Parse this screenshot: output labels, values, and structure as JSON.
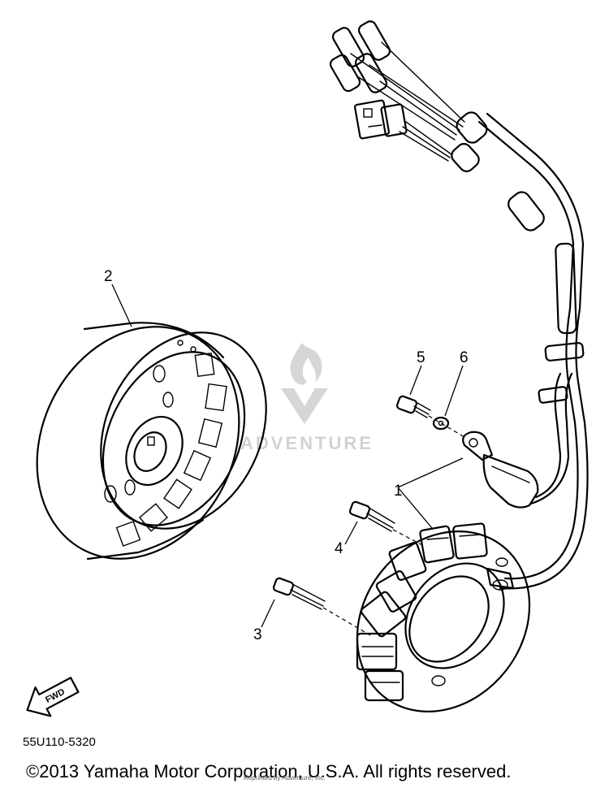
{
  "diagram": {
    "callouts": [
      {
        "id": "1",
        "part": "stator-assembly"
      },
      {
        "id": "2",
        "part": "rotor-flywheel"
      },
      {
        "id": "3",
        "part": "bolt"
      },
      {
        "id": "4",
        "part": "bolt"
      },
      {
        "id": "5",
        "part": "bolt"
      },
      {
        "id": "6",
        "part": "washer"
      }
    ],
    "fwd_label": "FWD",
    "watermark_text": "ADVENTURE",
    "part_code": "55U110-5320"
  },
  "footer": {
    "copyright": "©2013 Yamaha Motor Corporation, U.S.A. All rights reserved.",
    "reprint_note": "Reprinted by Adventure, Inc."
  }
}
